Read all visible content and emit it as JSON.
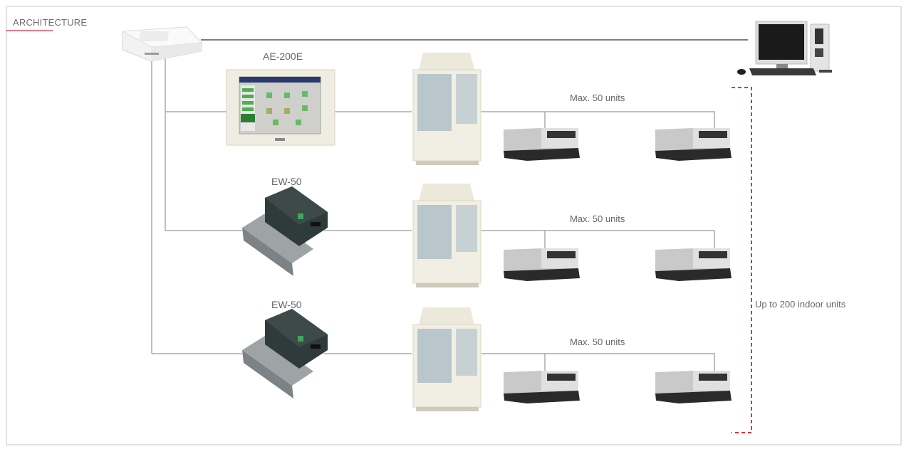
{
  "title": "ARCHITECTURE",
  "controllers": [
    {
      "model": "AE-200E",
      "type": "touch-panel-controller"
    },
    {
      "model": "EW-50",
      "type": "expansion-controller"
    },
    {
      "model": "EW-50",
      "type": "expansion-controller"
    }
  ],
  "branches": [
    {
      "label": "Max. 50 units"
    },
    {
      "label": "Max. 50 units"
    },
    {
      "label": "Max. 50 units"
    }
  ],
  "total_label": "Up to 200 indoor units",
  "colors": {
    "line": "#9a9a9a",
    "network_line": "#555555",
    "bracket": "#e0303f",
    "title_underline": "#e77b86"
  }
}
